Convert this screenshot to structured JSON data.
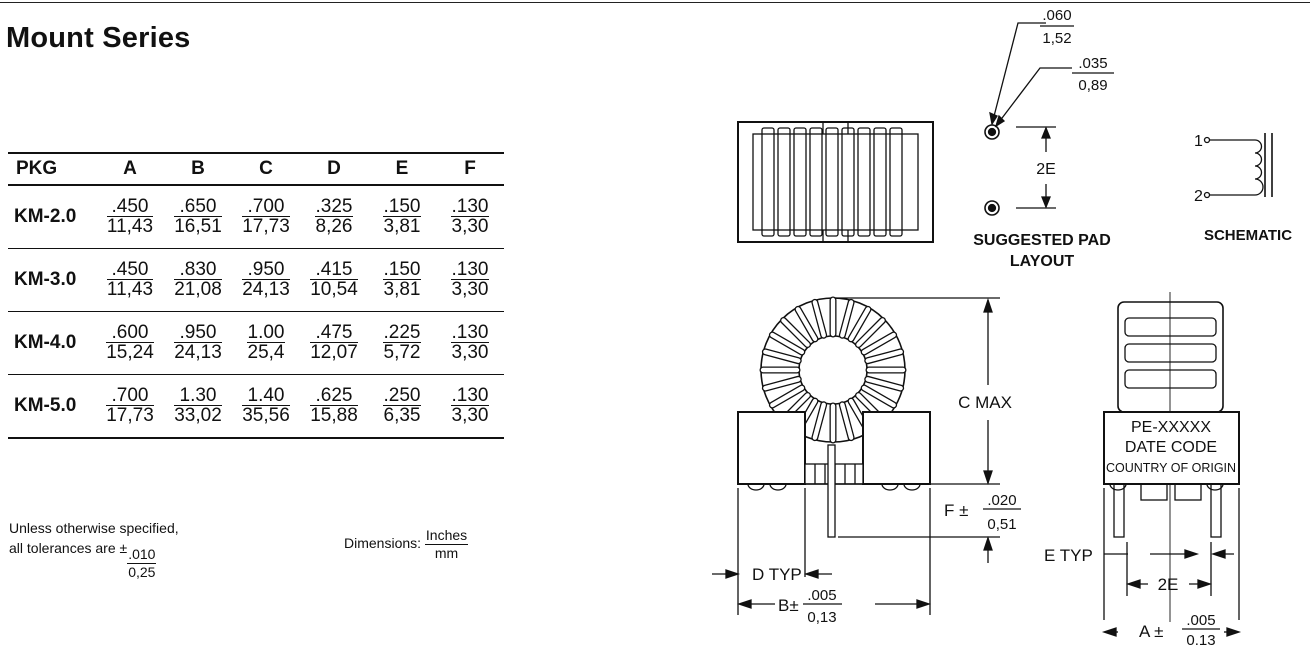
{
  "title": "Mount Series",
  "table": {
    "headers": [
      "PKG",
      "A",
      "B",
      "C",
      "D",
      "E",
      "F"
    ],
    "rows": [
      {
        "pkg": "KM-2.0",
        "values": [
          [
            ".450",
            "11,43"
          ],
          [
            ".650",
            "16,51"
          ],
          [
            ".700",
            "17,73"
          ],
          [
            ".325",
            "8,26"
          ],
          [
            ".150",
            "3,81"
          ],
          [
            ".130",
            "3,30"
          ]
        ]
      },
      {
        "pkg": "KM-3.0",
        "values": [
          [
            ".450",
            "11,43"
          ],
          [
            ".830",
            "21,08"
          ],
          [
            ".950",
            "24,13"
          ],
          [
            ".415",
            "10,54"
          ],
          [
            ".150",
            "3,81"
          ],
          [
            ".130",
            "3,30"
          ]
        ]
      },
      {
        "pkg": "KM-4.0",
        "values": [
          [
            ".600",
            "15,24"
          ],
          [
            ".950",
            "24,13"
          ],
          [
            "1.00",
            "25,4"
          ],
          [
            ".475",
            "12,07"
          ],
          [
            ".225",
            "5,72"
          ],
          [
            ".130",
            "3,30"
          ]
        ]
      },
      {
        "pkg": "KM-5.0",
        "values": [
          [
            ".700",
            "17,73"
          ],
          [
            "1.30",
            "33,02"
          ],
          [
            "1.40",
            "35,56"
          ],
          [
            ".625",
            "15,88"
          ],
          [
            ".250",
            "6,35"
          ],
          [
            ".130",
            "3,30"
          ]
        ]
      }
    ]
  },
  "tolerance": {
    "line1": "Unless otherwise specified,",
    "line2": "all tolerances are ±",
    "num": ".010",
    "den": "0,25"
  },
  "dimensions": {
    "label": "Dimensions:",
    "num": "Inches",
    "den": "mm"
  },
  "drawing": {
    "pad_outer_num": ".060",
    "pad_outer_den": "1,52",
    "pad_inner_num": ".035",
    "pad_inner_den": "0,89",
    "two_e": "2E",
    "pad_layout_line1": "SUGGESTED PAD",
    "pad_layout_line2": "LAYOUT",
    "schematic": "SCHEMATIC",
    "pin1": "1",
    "pin2": "2",
    "c_max": "C MAX",
    "f_label": "F ±",
    "f_num": ".020",
    "f_den": "0,51",
    "d_typ": "D TYP",
    "b_label": "B±",
    "b_num": ".005",
    "b_den": "0,13",
    "marking1": "PE-XXXXX",
    "marking2": "DATE CODE",
    "marking3": "COUNTRY OF ORIGIN",
    "e_typ": "E TYP",
    "two_e_bottom": "2E",
    "a_label": "A ±",
    "a_num": ".005",
    "a_den": "0.13"
  }
}
